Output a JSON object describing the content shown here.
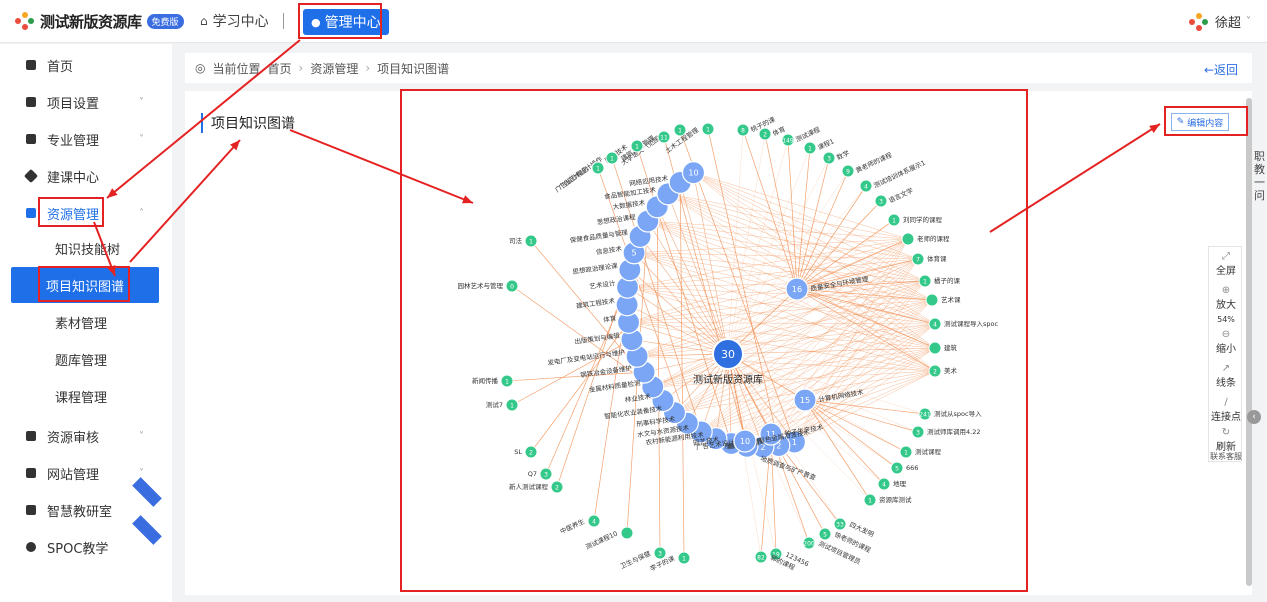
{
  "app": {
    "title": "测试新版资源库",
    "badge": "免费版"
  },
  "nav": {
    "study": "学习中心",
    "admin": "管理中心"
  },
  "user": {
    "name": "徐超"
  },
  "sidebar": {
    "items": [
      {
        "label": "首页",
        "chev": ""
      },
      {
        "label": "项目设置",
        "chev": "˅"
      },
      {
        "label": "专业管理",
        "chev": "˅"
      },
      {
        "label": "建课中心",
        "chev": ""
      },
      {
        "label": "资源管理",
        "chev": "˄"
      },
      {
        "label": "资源审核",
        "chev": "˅"
      },
      {
        "label": "网站管理",
        "chev": "˅"
      },
      {
        "label": "智慧教研室",
        "chev": ""
      },
      {
        "label": "SPOC教学",
        "chev": ""
      }
    ],
    "sub": [
      "知识技能树",
      "项目知识图谱",
      "素材管理",
      "题库管理",
      "课程管理"
    ]
  },
  "breadcrumb": {
    "prefix": "当前位置",
    "items": [
      "首页",
      "资源管理",
      "项目知识图谱"
    ],
    "back": "←返回"
  },
  "panel": {
    "title": "项目知识图谱",
    "edit": "编辑内容"
  },
  "toolbar": {
    "fullscreen": "全屏",
    "zoom_in": "放大",
    "zoom": "54%",
    "zoom_out": "缩小",
    "lines": "线条",
    "connect": "连接点",
    "refresh": "刷新",
    "partial": "联系客服"
  },
  "side_text": "职教一问",
  "graph": {
    "center": {
      "count": "30",
      "label": "测试新版资源库"
    },
    "left_labels": [
      "现代教育技术",
      "建设工程管理",
      "服装技术",
      "广告艺术设计",
      "园艺技术",
      "农村新能源利用技术",
      "水文与水资源技术",
      "刑事科学技术",
      "智能化农业装备技术",
      "林业技术",
      "金属材料质量检测",
      "钢铁冶金设备维护",
      "发电厂及变电站运行与维护",
      "出版策划与编辑",
      "体育",
      "建筑工程技术",
      "艺术设计",
      "思想政治理论课",
      "信息技术",
      "保健食品质量与管理",
      "思想政治课程",
      "大数据技术",
      "食品智能加工技术",
      "网络应用技术"
    ],
    "left_nums": [
      "1",
      "2",
      "2",
      "2",
      "",
      "",
      "",
      "",
      "",
      "",
      "",
      "",
      "",
      "",
      "",
      "",
      "",
      "",
      "5",
      "",
      "",
      "",
      "",
      "",
      "10"
    ],
    "outer_left": [
      {
        "t": "大学语文（范围库）",
        "n": "1"
      },
      {
        "t": "土木工程管理",
        "n": "1"
      },
      {
        "t": "建筑工程管理",
        "n": "11"
      },
      {
        "t": "酿酒技术",
        "n": "1"
      },
      {
        "t": "广告艺术设计操作",
        "n": "1"
      },
      {
        "t": "广告设计理念",
        "n": "1"
      },
      {
        "t": "司法",
        "n": "1"
      },
      {
        "t": "园林艺术与管理",
        "n": "0"
      },
      {
        "t": "新闻传播",
        "n": "1"
      },
      {
        "t": "测试7",
        "n": "1"
      },
      {
        "t": "SL",
        "n": "2"
      },
      {
        "t": "Q7",
        "n": "3"
      },
      {
        "t": "新人测试课程",
        "n": "2"
      },
      {
        "t": "中医养生",
        "n": "4"
      },
      {
        "t": "测试课程10",
        "n": ""
      },
      {
        "t": "卫生与保健",
        "n": "3"
      },
      {
        "t": "李子的课",
        "n": "1"
      }
    ],
    "outer_right": [
      {
        "t": "桃子的课",
        "n": "8"
      },
      {
        "t": "体育",
        "n": "2"
      },
      {
        "t": "测试课程",
        "n": "149"
      },
      {
        "t": "课程1",
        "n": "1"
      },
      {
        "t": "数学",
        "n": "3"
      },
      {
        "t": "黄老师的课程",
        "n": "9"
      },
      {
        "t": "测试培训体系展示1",
        "n": "4"
      },
      {
        "t": "语言文学",
        "n": "3"
      },
      {
        "t": "刘同学的课程",
        "n": "1"
      },
      {
        "t": "老师的课程",
        "n": ""
      },
      {
        "t": "体育课",
        "n": "7"
      },
      {
        "t": "橘子的课",
        "n": "1"
      },
      {
        "t": "艺术课",
        "n": ""
      },
      {
        "t": "测试课程导入spoc",
        "n": "4"
      },
      {
        "t": "建筑",
        "n": ""
      },
      {
        "t": "美术",
        "n": "2"
      },
      {
        "t": "测试从spoc导入",
        "n": "241"
      },
      {
        "t": "测试师库调用4.22",
        "n": "3"
      },
      {
        "t": "测试课程",
        "n": "1"
      },
      {
        "t": "666",
        "n": "5"
      },
      {
        "t": "地理",
        "n": "4"
      },
      {
        "t": "资源库测试",
        "n": "1"
      },
      {
        "t": "四大发明",
        "n": "33"
      },
      {
        "t": "徐老师的课程",
        "n": "5"
      },
      {
        "t": "测试项目管理员",
        "n": "200"
      },
      {
        "t": "123456",
        "n": "19"
      },
      {
        "t": "郭的课程",
        "n": "82"
      }
    ],
    "mid_nodes": [
      {
        "n": "16",
        "t": "质量安全与环境管理"
      },
      {
        "n": "15",
        "t": "计算机网络技术"
      },
      {
        "n": "11",
        "t": "种子生产技术"
      },
      {
        "n": "10",
        "t": "有色金属冶金技术"
      },
      {
        "n": "",
        "t": "地质调查与矿产普查"
      }
    ]
  }
}
